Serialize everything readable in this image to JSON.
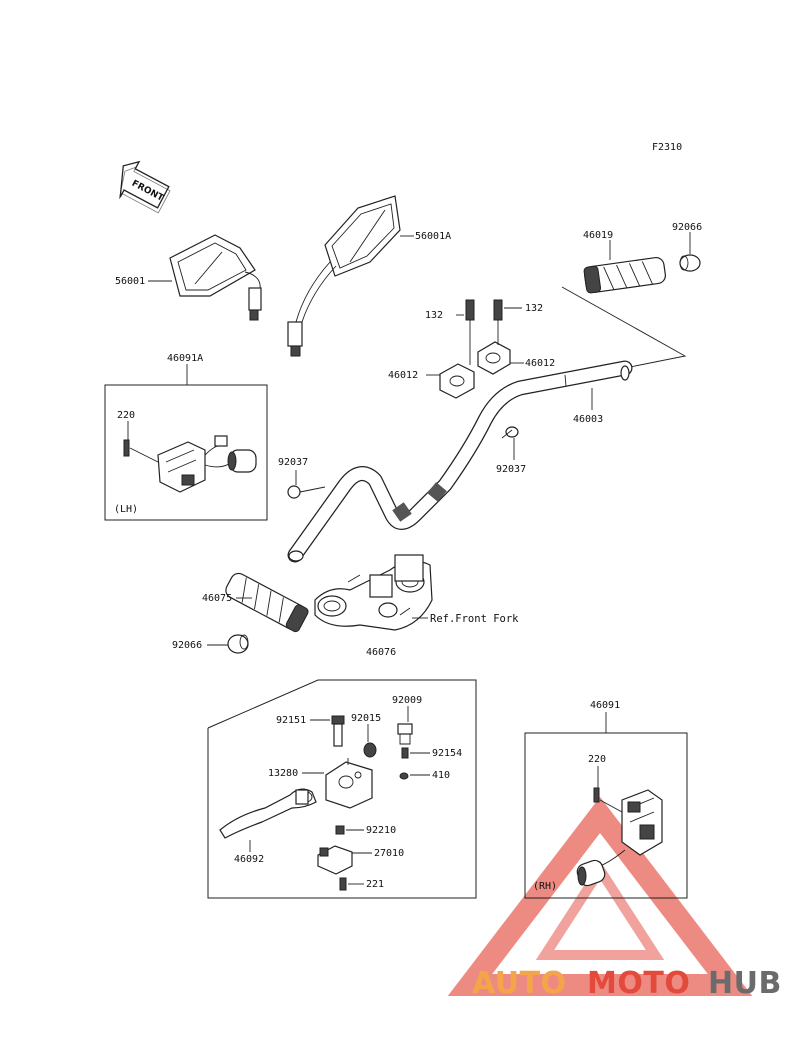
{
  "diagram_code": "F2310",
  "front_label": "FRONT",
  "parts": {
    "p56001": "56001",
    "p56001A": "56001A",
    "p46019": "46019",
    "p92066_top": "92066",
    "p132_left": "132",
    "p132_right": "132",
    "p46012_left": "46012",
    "p46012_right": "46012",
    "p46003": "46003",
    "p46091A": "46091A",
    "p220_lh": "220",
    "lh_tag": "(LH)",
    "p92037_left": "92037",
    "p92037_right": "92037",
    "p46075": "46075",
    "p92066_bottom": "92066",
    "ref_front_fork": "Ref.Front Fork",
    "p46076": "46076",
    "p92009": "92009",
    "p92151": "92151",
    "p92015": "92015",
    "p92154": "92154",
    "p13280": "13280",
    "p410": "410",
    "p92210": "92210",
    "p46092": "46092",
    "p27010": "27010",
    "p221": "221",
    "p46091": "46091",
    "p220_rh": "220",
    "rh_tag": "(RH)"
  },
  "watermark": {
    "part1": "AUTO",
    "part2": "MOTO",
    "part3": "HUB",
    "color_orange": "#f4a54a",
    "color_red": "#e34a3c",
    "color_gray": "#6b6b6b"
  }
}
